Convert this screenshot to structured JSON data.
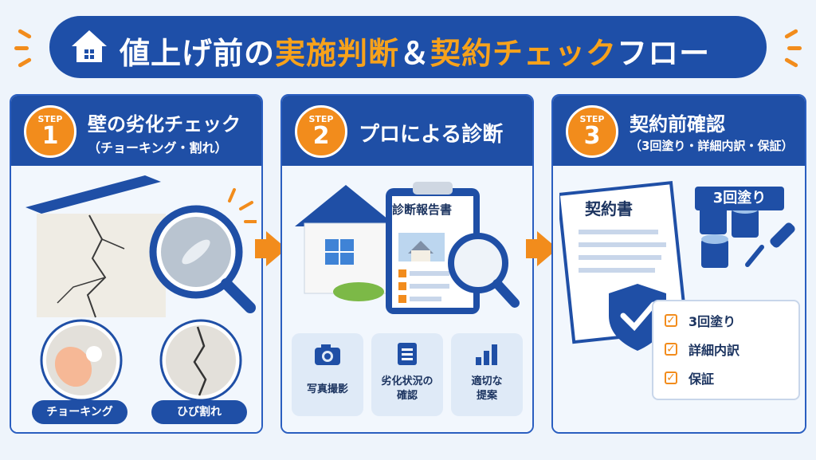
{
  "header": {
    "title_part1": "値上げ前の",
    "title_part2": "実施判断",
    "title_part3": "＆",
    "title_part4": "契約チェック",
    "title_part5": "フロー",
    "icon": "house-icon",
    "accent_color": "#f28c1c",
    "primary_color": "#1f4fa6"
  },
  "steps": [
    {
      "badge_step": "STEP",
      "badge_number": "1",
      "title": "壁の劣化チェック",
      "subtitle": "（チョーキング・割れ）",
      "pills": [
        "チョーキング",
        "ひび割れ"
      ]
    },
    {
      "badge_step": "STEP",
      "badge_number": "2",
      "title": "プロによる診断",
      "report_title": "診断報告書",
      "tiles": [
        "写真撮影",
        "劣化状況の\n確認",
        "適切な\n提案"
      ]
    },
    {
      "badge_step": "STEP",
      "badge_number": "3",
      "title": "契約前確認",
      "subtitle": "（3回塗り・詳細内訳・保証）",
      "contract_title": "契約書",
      "ribbon": "3回塗り",
      "checklist": [
        "3回塗り",
        "詳細内訳",
        "保証"
      ]
    }
  ]
}
